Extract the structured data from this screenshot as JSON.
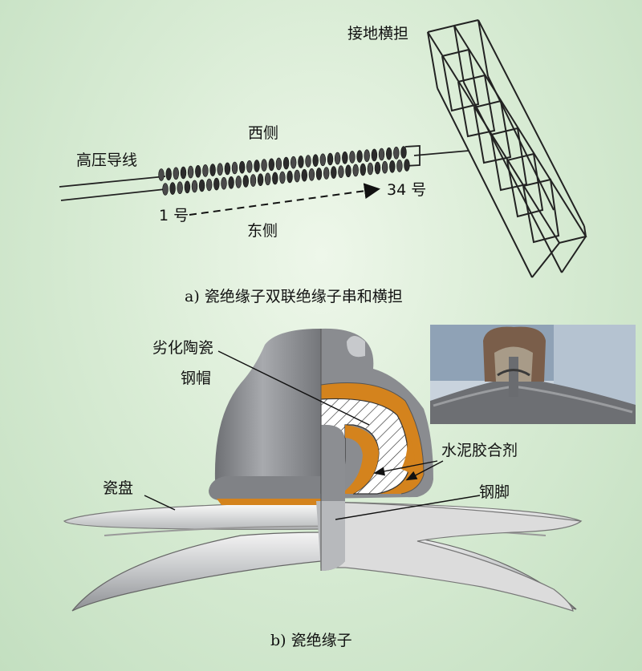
{
  "part_a": {
    "crossarm_label": "接地横担",
    "west_label": "西侧",
    "conductor_label": "高压导线",
    "end_label": "34 号",
    "start_label": "1 号",
    "east_label": "东侧",
    "caption": "a) 瓷绝缘子双联绝缘子串和横担"
  },
  "part_b": {
    "degraded_label": "劣化陶瓷",
    "cap_label": "钢帽",
    "cement_label": "水泥胶合剂",
    "disc_label": "瓷盘",
    "pin_label": "钢脚",
    "caption": "b) 瓷绝缘子"
  },
  "colors": {
    "cement": "#d4831d",
    "steel": "#8a8c90",
    "background": "#d4e9d0"
  }
}
